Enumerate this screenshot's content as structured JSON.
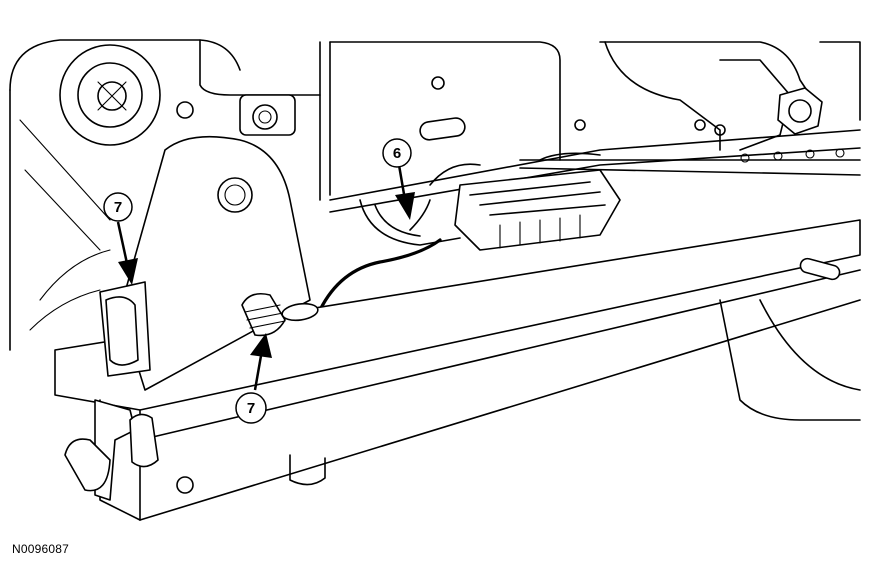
{
  "callouts": [
    {
      "id": "callout-7-left",
      "label": "7"
    },
    {
      "id": "callout-6",
      "label": "6"
    },
    {
      "id": "callout-7-bottom",
      "label": "7"
    }
  ],
  "figure_id": "N0096087",
  "colors": {
    "line": "#000000",
    "background": "#ffffff"
  }
}
